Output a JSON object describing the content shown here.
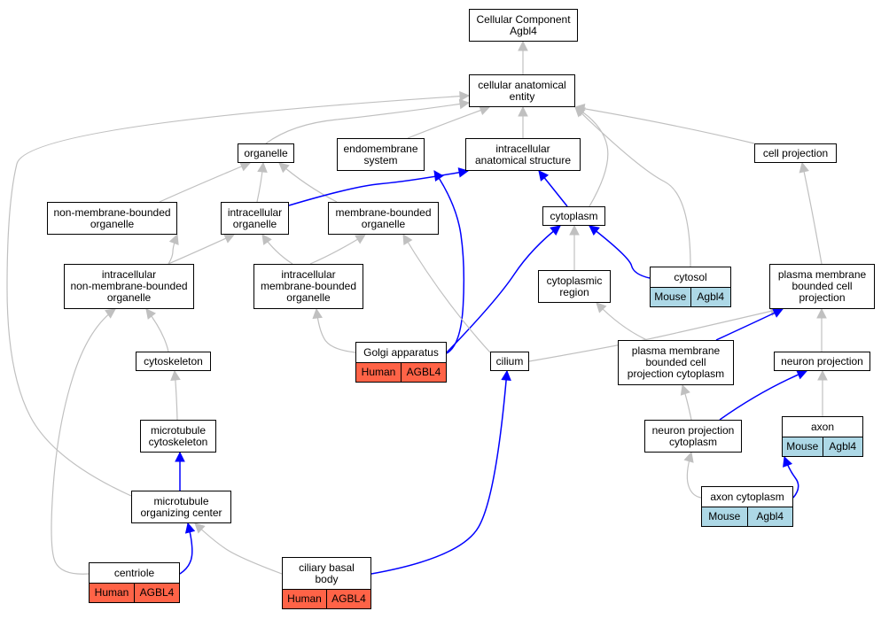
{
  "diagram": {
    "nodes": [
      {
        "id": "cc",
        "label": "Cellular Component\nAgbl4"
      },
      {
        "id": "cae",
        "label": "cellular anatomical\nentity"
      },
      {
        "id": "org",
        "label": "organelle"
      },
      {
        "id": "ems",
        "label": "endomembrane\nsystem"
      },
      {
        "id": "ias",
        "label": "intracellular\nanatomical structure"
      },
      {
        "id": "cp",
        "label": "cell projection"
      },
      {
        "id": "nmbo",
        "label": "non-membrane-bounded\norganelle"
      },
      {
        "id": "io",
        "label": "intracellular\norganelle"
      },
      {
        "id": "mbo",
        "label": "membrane-bounded\norganelle"
      },
      {
        "id": "cyto",
        "label": "cytoplasm"
      },
      {
        "id": "inmbo",
        "label": "intracellular\nnon-membrane-bounded\norganelle"
      },
      {
        "id": "imbo",
        "label": "intracellular\nmembrane-bounded\norganelle"
      },
      {
        "id": "cyreg",
        "label": "cytoplasmic\nregion"
      },
      {
        "id": "cytosol",
        "label": "cytosol",
        "species": "Mouse",
        "gene": "Agbl4"
      },
      {
        "id": "pmbcp",
        "label": "plasma membrane\nbounded cell\nprojection"
      },
      {
        "id": "golgi",
        "label": "Golgi apparatus",
        "species": "Human",
        "gene": "AGBL4"
      },
      {
        "id": "cytosk",
        "label": "cytoskeleton"
      },
      {
        "id": "cilium",
        "label": "cilium"
      },
      {
        "id": "pmbcpc",
        "label": "plasma membrane\nbounded cell\nprojection cytoplasm"
      },
      {
        "id": "np",
        "label": "neuron projection"
      },
      {
        "id": "mtcs",
        "label": "microtubule\ncytoskeleton"
      },
      {
        "id": "npc",
        "label": "neuron projection\ncytoplasm"
      },
      {
        "id": "axon",
        "label": "axon",
        "species": "Mouse",
        "gene": "Agbl4"
      },
      {
        "id": "mtoc",
        "label": "microtubule\norganizing center"
      },
      {
        "id": "axcyto",
        "label": "axon cytoplasm",
        "species": "Mouse",
        "gene": "Agbl4"
      },
      {
        "id": "centriole",
        "label": "centriole",
        "species": "Human",
        "gene": "AGBL4"
      },
      {
        "id": "cbb",
        "label": "ciliary basal\nbody",
        "species": "Human",
        "gene": "AGBL4"
      }
    ],
    "edges": [
      {
        "from": "cae",
        "to": "cc",
        "kind": "is_a"
      },
      {
        "from": "org",
        "to": "cae",
        "kind": "is_a"
      },
      {
        "from": "ems",
        "to": "cae",
        "kind": "is_a"
      },
      {
        "from": "ias",
        "to": "cae",
        "kind": "is_a"
      },
      {
        "from": "cp",
        "to": "cae",
        "kind": "is_a"
      },
      {
        "from": "cyto",
        "to": "cae",
        "kind": "is_a"
      },
      {
        "from": "cytosol",
        "to": "cae",
        "kind": "is_a"
      },
      {
        "from": "mtoc",
        "to": "cae",
        "kind": "is_a"
      },
      {
        "from": "nmbo",
        "to": "org",
        "kind": "is_a"
      },
      {
        "from": "io",
        "to": "org",
        "kind": "is_a"
      },
      {
        "from": "mbo",
        "to": "org",
        "kind": "is_a"
      },
      {
        "from": "io",
        "to": "ias",
        "kind": "part_of"
      },
      {
        "from": "cyto",
        "to": "ias",
        "kind": "part_of"
      },
      {
        "from": "golgi",
        "to": "ems",
        "kind": "part_of"
      },
      {
        "from": "inmbo",
        "to": "nmbo",
        "kind": "is_a"
      },
      {
        "from": "inmbo",
        "to": "io",
        "kind": "is_a"
      },
      {
        "from": "imbo",
        "to": "io",
        "kind": "is_a"
      },
      {
        "from": "imbo",
        "to": "mbo",
        "kind": "is_a"
      },
      {
        "from": "cyreg",
        "to": "cyto",
        "kind": "is_a"
      },
      {
        "from": "cytosol",
        "to": "cyto",
        "kind": "part_of"
      },
      {
        "from": "golgi",
        "to": "cyto",
        "kind": "part_of"
      },
      {
        "from": "golgi",
        "to": "imbo",
        "kind": "is_a"
      },
      {
        "from": "cilium",
        "to": "mbo",
        "kind": "is_a"
      },
      {
        "from": "cytosk",
        "to": "inmbo",
        "kind": "is_a"
      },
      {
        "from": "centriole",
        "to": "inmbo",
        "kind": "is_a"
      },
      {
        "from": "pmbcp",
        "to": "cp",
        "kind": "is_a"
      },
      {
        "from": "cilium",
        "to": "pmbcp",
        "kind": "is_a"
      },
      {
        "from": "pmbcpc",
        "to": "pmbcp",
        "kind": "part_of"
      },
      {
        "from": "pmbcpc",
        "to": "cyreg",
        "kind": "is_a"
      },
      {
        "from": "np",
        "to": "pmbcp",
        "kind": "is_a"
      },
      {
        "from": "mtcs",
        "to": "cytosk",
        "kind": "is_a"
      },
      {
        "from": "mtoc",
        "to": "mtcs",
        "kind": "part_of"
      },
      {
        "from": "npc",
        "to": "np",
        "kind": "part_of"
      },
      {
        "from": "npc",
        "to": "pmbcpc",
        "kind": "is_a"
      },
      {
        "from": "axon",
        "to": "np",
        "kind": "is_a"
      },
      {
        "from": "axcyto",
        "to": "npc",
        "kind": "is_a"
      },
      {
        "from": "axcyto",
        "to": "axon",
        "kind": "part_of"
      },
      {
        "from": "centriole",
        "to": "mtoc",
        "kind": "part_of"
      },
      {
        "from": "cbb",
        "to": "mtoc",
        "kind": "is_a"
      },
      {
        "from": "cbb",
        "to": "cilium",
        "kind": "part_of"
      }
    ],
    "colors": {
      "is_a_edge": "#c0c0c0",
      "part_of_edge": "#0000ff",
      "human_badge": "#ff6347",
      "mouse_badge": "#add8e6",
      "node_border": "#000000"
    }
  }
}
